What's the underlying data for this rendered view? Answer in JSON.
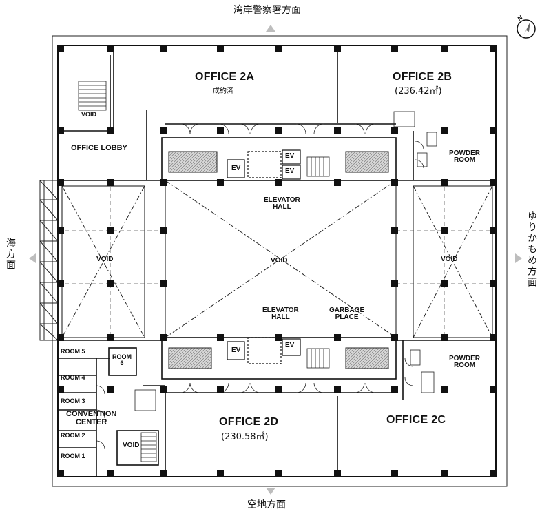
{
  "directions": {
    "north": "湾岸警察署方面",
    "south": "空地方面",
    "west": "海方面",
    "east": "ゆりかもめ方面",
    "compass_letter": "N"
  },
  "offices": {
    "a": {
      "name": "OFFICE 2A",
      "note": "成約済"
    },
    "b": {
      "name": "OFFICE 2B",
      "area": "(236.42㎡)"
    },
    "c": {
      "name": "OFFICE 2C"
    },
    "d": {
      "name": "OFFICE 2D",
      "area": "(230.58㎡)"
    }
  },
  "labels": {
    "office_lobby": "OFFICE LOBBY",
    "powder_room": "POWDER\nROOM",
    "elevator_hall": "ELEVATOR\nHALL",
    "garbage_place": "GARBAGE\nPLACE",
    "void": "VOID",
    "ev": "EV",
    "convention_center": "CONVENTION\nCENTER"
  },
  "rooms": {
    "r1": "ROOM 1",
    "r2": "ROOM 2",
    "r3": "ROOM 3",
    "r4": "ROOM 4",
    "r5": "ROOM 5",
    "r6": "ROOM\n6"
  },
  "colors": {
    "ink": "#111111",
    "hatch": "#9a9a9a"
  }
}
